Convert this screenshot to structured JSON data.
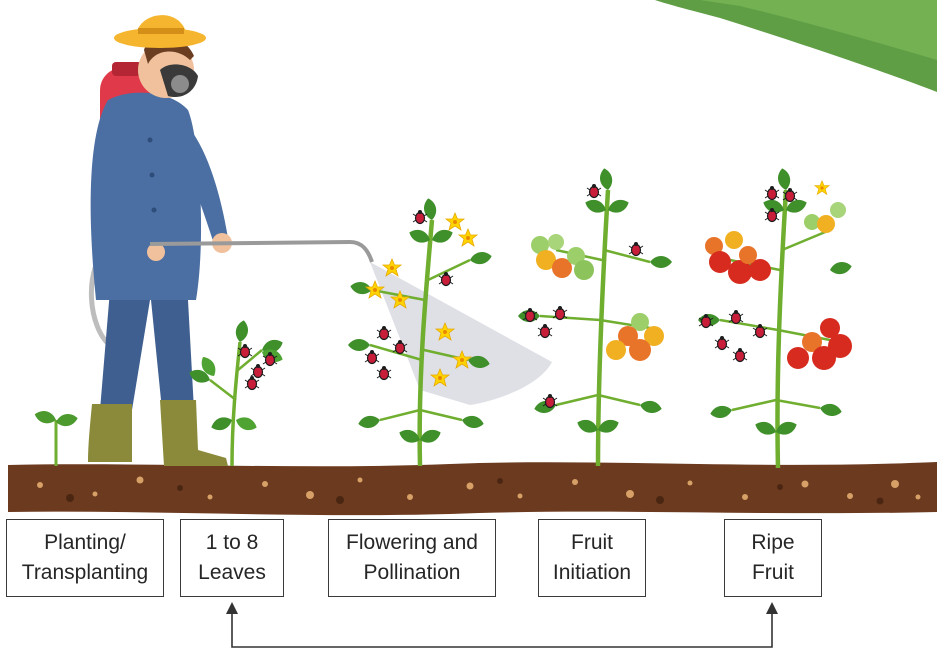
{
  "stages": [
    {
      "label": "Planting/\nTransplanting"
    },
    {
      "label": "1 to 8\nLeaves"
    },
    {
      "label": "Flowering and\nPollination"
    },
    {
      "label": "Fruit\nInitiation"
    },
    {
      "label": "Ripe\nFruit"
    }
  ],
  "colors": {
    "soil": "#6b3a1f",
    "soil_pebble": "#d7a066",
    "stem": "#6fae2f",
    "leaf": "#3f8f2a",
    "leaf_light": "#7cc243",
    "flower": "#ffd400",
    "tomato_ripe": "#d62b1e",
    "tomato_orange": "#e8742a",
    "tomato_yellow": "#f0b022",
    "tomato_green": "#9ccf6a",
    "pest": "#c81e3a",
    "spray_mist": "#d9dbe2",
    "coverall": "#4b6fa3",
    "hat": "#f5b52e",
    "boots": "#8a8a3a",
    "backpack": "#e03a4a",
    "arrow": "#333333"
  },
  "icons": {
    "farmer": "farmer-spraying-icon",
    "pest": "aphid-pest-icon",
    "flower": "yellow-flower-icon",
    "tomato": "tomato-fruit-icon"
  }
}
